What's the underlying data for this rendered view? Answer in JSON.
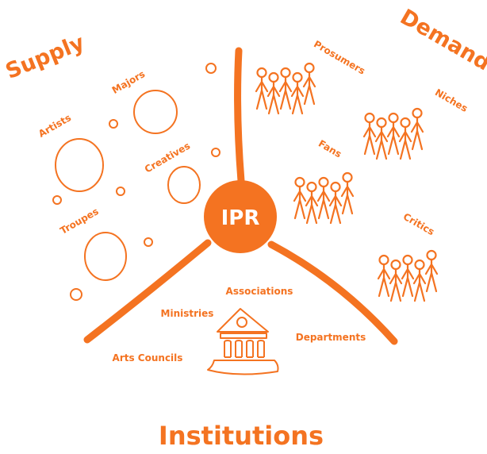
{
  "accent_color": "#f47321",
  "background_color": "#ffffff",
  "center": {
    "label": "IPR"
  },
  "sectors": {
    "supply": {
      "title": "Supply",
      "items": [
        "Artists",
        "Majors",
        "Creatives",
        "Troupes"
      ]
    },
    "demand": {
      "title": "Demand",
      "items": [
        "Prosumers",
        "Niches",
        "Fans",
        "Critics"
      ]
    },
    "institutions": {
      "title": "Institutions",
      "items": [
        "Associations",
        "Ministries",
        "Departments",
        "Arts Councils"
      ]
    }
  },
  "icons": {
    "supply": "bubble-icons",
    "demand": "stick-figure-group-icons",
    "institutions": "classical-building-icon"
  }
}
